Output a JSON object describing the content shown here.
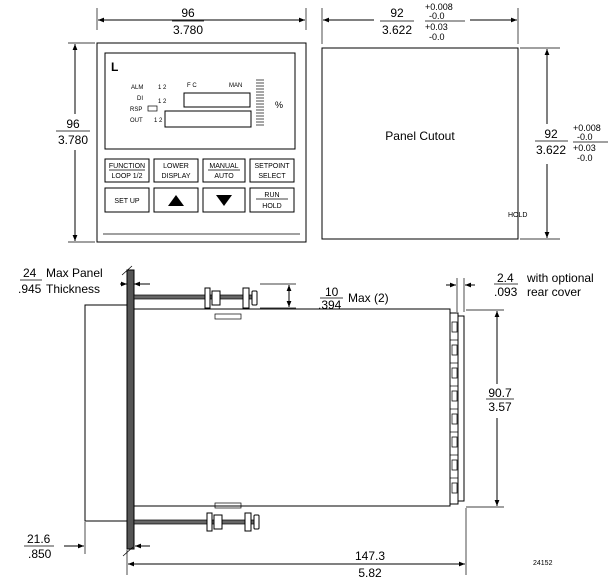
{
  "front": {
    "width_mm": "96",
    "width_in": "3.780",
    "height_mm": "96",
    "height_in": "3.780",
    "brand_glyph": "L",
    "labels": {
      "alm": "ALM",
      "di": "DI",
      "rsp": "RSP",
      "out": "OUT",
      "alm_nums": "1 2",
      "di_nums": "1 2",
      "out_nums": "1 2",
      "fc": "F C",
      "man": "MAN",
      "percent": "%"
    },
    "buttons": {
      "function_top": "FUNCTION",
      "function_bottom": "LOOP 1/2",
      "lower_top": "LOWER",
      "lower_bottom": "DISPLAY",
      "manual_top": "MANUAL",
      "manual_bottom": "AUTO",
      "setpoint_top": "SETPOINT",
      "setpoint_bottom": "SELECT",
      "setup": "SET UP",
      "run": "RUN",
      "hold": "HOLD"
    }
  },
  "cutout": {
    "label": "Panel Cutout",
    "hold_label": "HOLD",
    "width_mm": "92",
    "width_in": "3.622",
    "width_tol_mm_plus": "+0.008",
    "width_tol_mm_minus": "-0.0",
    "width_tol_in_plus": "+0.03",
    "width_tol_in_minus": "-0.0",
    "height_mm": "92",
    "height_in": "3.622",
    "height_tol_mm_plus": "+0.008",
    "height_tol_mm_minus": "-0.0",
    "height_tol_in_plus": "+0.03",
    "height_tol_in_minus": "-0.0"
  },
  "side": {
    "panel_mm": "24",
    "panel_label1": "Max Panel",
    "panel_in": ".945",
    "panel_label2": "Thickness",
    "clamp_mm": "10",
    "clamp_in": ".394",
    "clamp_note": "Max (2)",
    "rear_mm": "2.4",
    "rear_in": ".093",
    "rear_note1": "with optional",
    "rear_note2": "rear cover",
    "height_mm": "90.7",
    "height_in": "3.57",
    "bezel_mm": "21.6",
    "bezel_in": ".850",
    "depth_mm": "147.3",
    "depth_in": "5.82",
    "figure_no": "24152"
  }
}
